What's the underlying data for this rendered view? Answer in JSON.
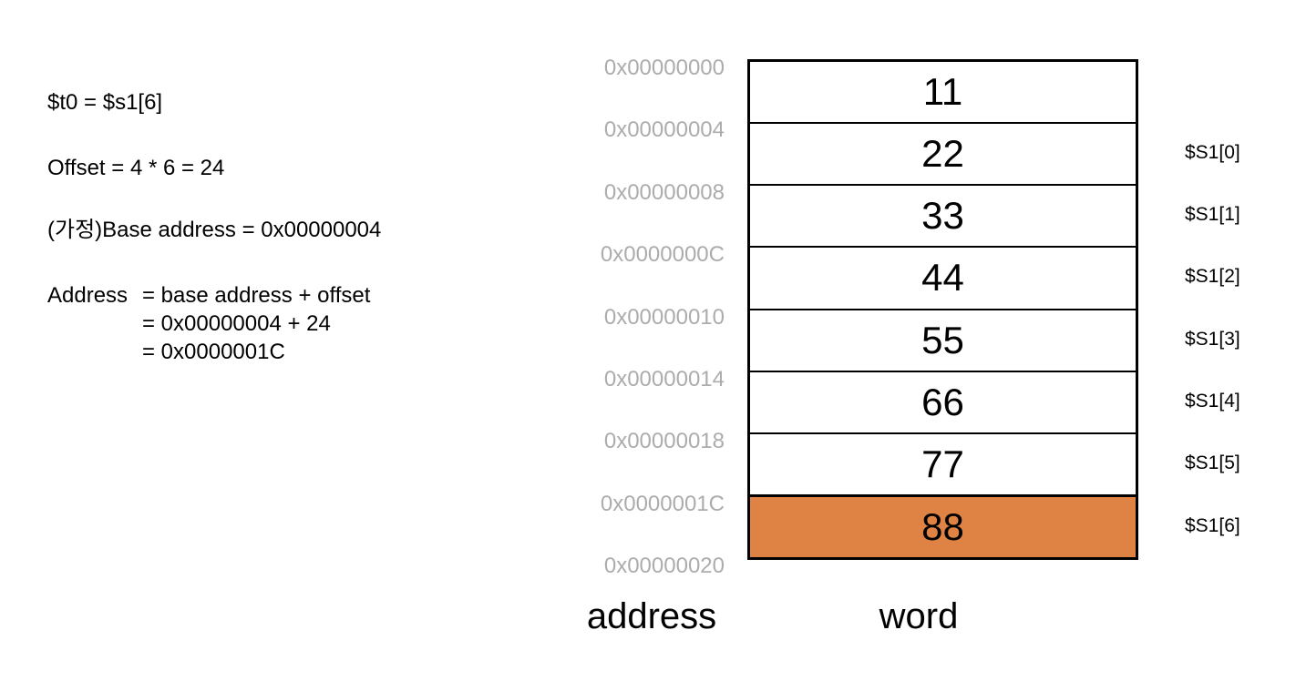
{
  "slide": {
    "background": "#ffffff",
    "text_color": "#000000"
  },
  "explanation": {
    "assignment": "$t0 = $s1[6]",
    "offset": "Offset = 4 * 6 = 24",
    "base_address": "(가정)Base address = 0x00000004",
    "address_calc": {
      "label": "Address",
      "line1": "= base address + offset",
      "line2": "= 0x00000004 + 24",
      "line3": "= 0x0000001C"
    }
  },
  "memory_diagram": {
    "addresses": [
      "0x00000000",
      "0x00000004",
      "0x00000008",
      "0x0000000C",
      "0x00000010",
      "0x00000014",
      "0x00000018",
      "0x0000001C",
      "0x00000020"
    ],
    "address_color": "#ACACAC",
    "words": [
      "11",
      "22",
      "33",
      "44",
      "55",
      "66",
      "77",
      "88"
    ],
    "highlighted_word": "88",
    "highlighted_index": 7,
    "highlight_color": "#DF8344",
    "register_labels": [
      "$S1[0]",
      "$S1[1]",
      "$S1[2]",
      "$S1[3]",
      "$S1[4]",
      "$S1[5]",
      "$S1[6]"
    ],
    "column_labels": {
      "address": "address",
      "word": "word"
    }
  }
}
